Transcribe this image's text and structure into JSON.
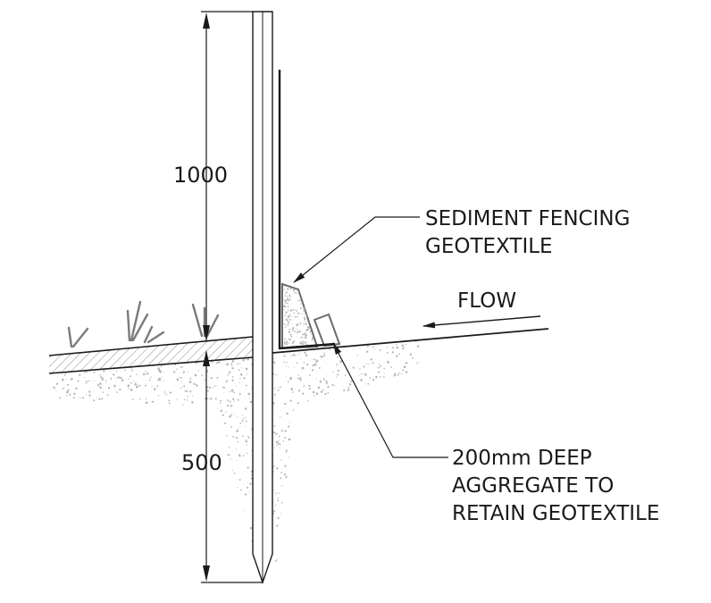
{
  "dimensions": {
    "above_ground": "1000",
    "below_ground": "500"
  },
  "labels": {
    "fencing_line1": "SEDIMENT FENCING",
    "fencing_line2": "GEOTEXTILE",
    "flow": "FLOW",
    "aggregate_line1": "200mm DEEP",
    "aggregate_line2": "AGGREGATE TO",
    "aggregate_line3": "RETAIN GEOTEXTILE"
  },
  "colors": {
    "line": "#1a1a1a",
    "grass": "#7a7a7a",
    "soil_speckle": "#b5b5b5",
    "hatch": "#8a8a8a"
  }
}
